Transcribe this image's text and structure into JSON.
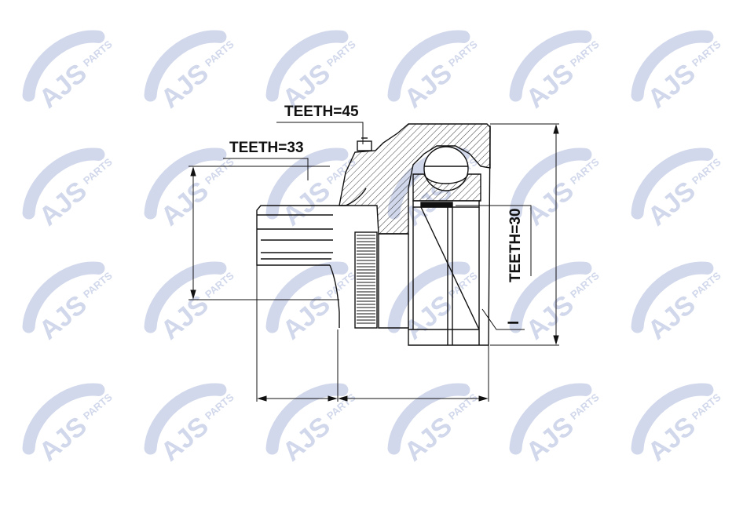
{
  "watermark": {
    "brand": "AJS",
    "sub": "PARTS",
    "color": "#cfd6ea"
  },
  "labels": {
    "teeth_outer": "TEETH=45",
    "teeth_abs": "TEETH=33",
    "teeth_inner": "TEETH=30",
    "marker": "I"
  },
  "colors": {
    "line": "#111111",
    "background": "#ffffff"
  }
}
